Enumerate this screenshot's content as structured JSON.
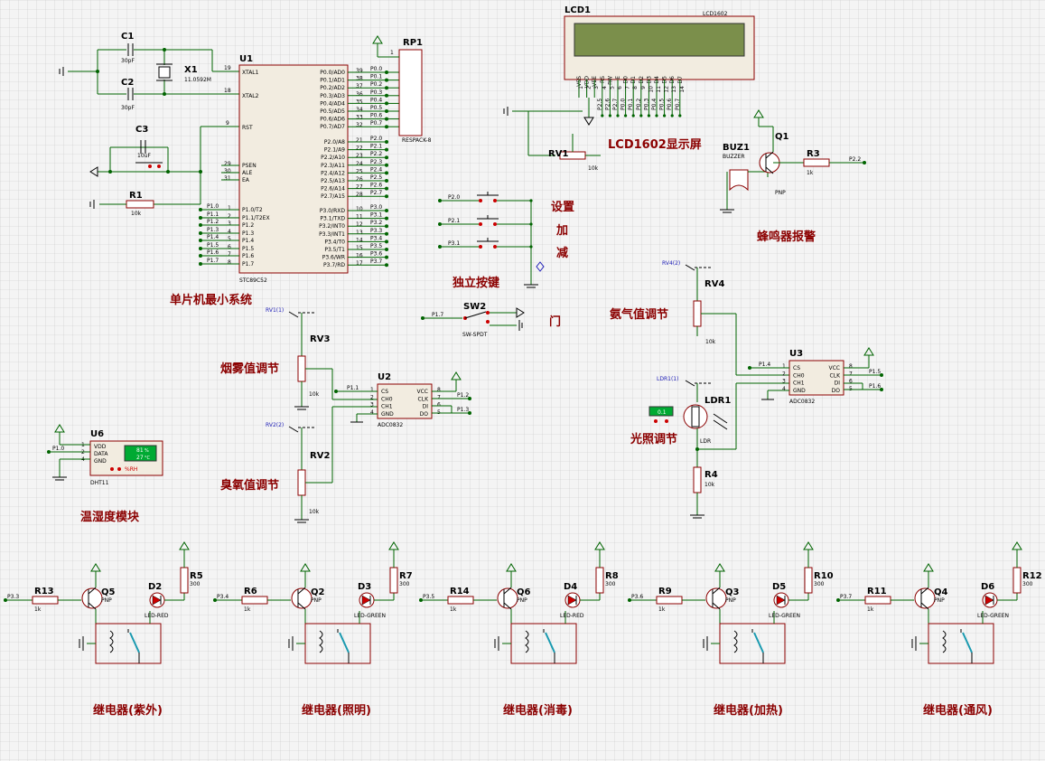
{
  "labels": {
    "mcu_block": "单片机最小系统",
    "lcd_block": "LCD1602显示屏",
    "buzzer_block": "蜂鸣器报警",
    "keys_block": "独立按键",
    "key_set": "设置",
    "key_add": "加",
    "key_sub": "减",
    "door": "门",
    "smoke_adj": "烟雾值调节",
    "ozone_adj": "臭氧值调节",
    "ammonia_adj": "氨气值调节",
    "light_adj": "光照调节",
    "dht_block": "温湿度模块",
    "relay_uv": "继电器(紫外)",
    "relay_light": "继电器(照明)",
    "relay_disinfect": "继电器(消毒)",
    "relay_heat": "继电器(加热)",
    "relay_vent": "继电器(通风)"
  },
  "mcu": {
    "ref": "U1",
    "part": "STC89C52",
    "left_pins": [
      {
        "name": "XTAL1",
        "num": "19"
      },
      {
        "name": "XTAL2",
        "num": "18"
      },
      {
        "name": "RST",
        "num": "9"
      },
      {
        "name": "PSEN",
        "num": "29"
      },
      {
        "name": "ALE",
        "num": "30"
      },
      {
        "name": "EA",
        "num": "31"
      },
      {
        "name": "P1.0/T2",
        "num": "1"
      },
      {
        "name": "P1.1/T2EX",
        "num": "2"
      },
      {
        "name": "P1.2",
        "num": "3"
      },
      {
        "name": "P1.3",
        "num": "4"
      },
      {
        "name": "P1.4",
        "num": "5"
      },
      {
        "name": "P1.5",
        "num": "6"
      },
      {
        "name": "P1.6",
        "num": "7"
      },
      {
        "name": "P1.7",
        "num": "8"
      }
    ],
    "right_pins": [
      {
        "name": "P0.0/AD0",
        "num": "39"
      },
      {
        "name": "P0.1/AD1",
        "num": "38"
      },
      {
        "name": "P0.2/AD2",
        "num": "37"
      },
      {
        "name": "P0.3/AD3",
        "num": "36"
      },
      {
        "name": "P0.4/AD4",
        "num": "35"
      },
      {
        "name": "P0.5/AD5",
        "num": "34"
      },
      {
        "name": "P0.6/AD6",
        "num": "33"
      },
      {
        "name": "P0.7/AD7",
        "num": "32"
      },
      {
        "name": "P2.0/A8",
        "num": "21"
      },
      {
        "name": "P2.1/A9",
        "num": "22"
      },
      {
        "name": "P2.2/A10",
        "num": "23"
      },
      {
        "name": "P2.3/A11",
        "num": "24"
      },
      {
        "name": "P2.4/A12",
        "num": "25"
      },
      {
        "name": "P2.5/A13",
        "num": "26"
      },
      {
        "name": "P2.6/A14",
        "num": "27"
      },
      {
        "name": "P2.7/A15",
        "num": "28"
      },
      {
        "name": "P3.0/RXD",
        "num": "10"
      },
      {
        "name": "P3.1/TXD",
        "num": "11"
      },
      {
        "name": "P3.2/INT0",
        "num": "12"
      },
      {
        "name": "P3.3/INT1",
        "num": "13"
      },
      {
        "name": "P3.4/T0",
        "num": "14"
      },
      {
        "name": "P3.5/T1",
        "num": "15"
      },
      {
        "name": "P3.6/WR",
        "num": "16"
      },
      {
        "name": "P3.7/RD",
        "num": "17"
      }
    ],
    "right_nets": [
      "P0.0",
      "P0.1",
      "P0.2",
      "P0.3",
      "P0.4",
      "P0.5",
      "P0.6",
      "P0.7",
      "P2.0",
      "P2.1",
      "P2.2",
      "P2.3",
      "P2.4",
      "P2.5",
      "P2.6",
      "P2.7",
      "P3.0",
      "P3.1",
      "P3.2",
      "P3.3",
      "P3.4",
      "P3.5",
      "P3.6",
      "P3.7"
    ],
    "left_nets": [
      "P1.0",
      "P1.1",
      "P1.2",
      "P1.3",
      "P1.4",
      "P1.5",
      "P1.6",
      "P1.7"
    ]
  },
  "c1": {
    "ref": "C1",
    "value": "30pF"
  },
  "c2": {
    "ref": "C2",
    "value": "30pF"
  },
  "c3": {
    "ref": "C3",
    "value": "10uF"
  },
  "x1": {
    "ref": "X1",
    "value": "11.0592M"
  },
  "r1": {
    "ref": "R1",
    "value": "10k"
  },
  "rp1": {
    "ref": "RP1",
    "part": "RESPACK-8",
    "pin1": "1"
  },
  "lcd": {
    "ref": "LCD1",
    "part": "LCD1602",
    "pins": [
      "VSS",
      "VDD",
      "VEE",
      "RS",
      "RW",
      "E",
      "D0",
      "D1",
      "D2",
      "D3",
      "D4",
      "D5",
      "D6",
      "D7"
    ],
    "pin_nums": [
      "1",
      "2",
      "3",
      "4",
      "5",
      "6",
      "7",
      "8",
      "9",
      "10",
      "11",
      "12",
      "13",
      "14"
    ],
    "nets": [
      "P2.5",
      "P2.6",
      "P2.7",
      "P0.0",
      "P0.1",
      "P0.2",
      "P0.3",
      "P0.4",
      "P0.5",
      "P0.6",
      "P0.7"
    ]
  },
  "rv1": {
    "ref": "RV1",
    "value": "10k"
  },
  "buz1": {
    "ref": "BUZ1",
    "part": "BUZZER"
  },
  "q1": {
    "ref": "Q1",
    "part": "PNP"
  },
  "r3": {
    "ref": "R3",
    "value": "1k",
    "net": "P2.2"
  },
  "keys": {
    "nets": [
      "P2.0",
      "P2.1",
      "P3.1"
    ]
  },
  "sw2": {
    "ref": "SW2",
    "part": "SW-SPDT",
    "net": "P1.7"
  },
  "rv3": {
    "ref": "RV3",
    "value": "10k",
    "terminal": "RV1(1)"
  },
  "rv2": {
    "ref": "RV2",
    "value": "10k",
    "terminal": "RV2(2)"
  },
  "u2": {
    "ref": "U2",
    "part": "ADC0832",
    "left": [
      {
        "name": "CS",
        "num": "1"
      },
      {
        "name": "CH0",
        "num": "2"
      },
      {
        "name": "CH1",
        "num": "3"
      },
      {
        "name": "GND",
        "num": "4"
      }
    ],
    "right": [
      {
        "name": "VCC",
        "num": "8"
      },
      {
        "name": "CLK",
        "num": "7"
      },
      {
        "name": "DI",
        "num": "6"
      },
      {
        "name": "DO",
        "num": "5"
      }
    ],
    "nets": [
      "P1.1",
      "P1.2",
      "P1.3"
    ]
  },
  "rv4": {
    "ref": "RV4",
    "value": "10k",
    "terminal": "RV4(2)"
  },
  "ldr1": {
    "ref": "LDR1",
    "part": "LDR",
    "terminal": "LDR1(1)",
    "reading": "0.1"
  },
  "r4": {
    "ref": "R4",
    "value": "10k"
  },
  "u3": {
    "ref": "U3",
    "part": "ADC0832",
    "left": [
      {
        "name": "CS",
        "num": "1"
      },
      {
        "name": "CH0",
        "num": "2"
      },
      {
        "name": "CH1",
        "num": "3"
      },
      {
        "name": "GND",
        "num": "4"
      }
    ],
    "right": [
      {
        "name": "VCC",
        "num": "8"
      },
      {
        "name": "CLK",
        "num": "7"
      },
      {
        "name": "DI",
        "num": "6"
      },
      {
        "name": "DO",
        "num": "5"
      }
    ],
    "nets": [
      "P1.4",
      "P1.5",
      "P1.6"
    ]
  },
  "u6": {
    "ref": "U6",
    "part": "DHT11",
    "pins": [
      {
        "name": "VDD",
        "num": "1"
      },
      {
        "name": "DATA",
        "num": "2"
      },
      {
        "name": "GND",
        "num": "4"
      }
    ],
    "net": "P1.0",
    "display": {
      "humidity": "81",
      "temperature": "27",
      "unit": "%RH",
      "deg": "°C"
    }
  },
  "relays": [
    {
      "net": "P3.3",
      "r": "R13",
      "r_val": "1k",
      "q": "Q5",
      "q_part": "PNP",
      "led": "D2",
      "led_part": "LED-RED",
      "rl": "R5",
      "rl_val": "300",
      "led_color": "#cc0000"
    },
    {
      "net": "P3.4",
      "r": "R6",
      "r_val": "1k",
      "q": "Q2",
      "q_part": "PNP",
      "led": "D3",
      "led_part": "LED-GREEN",
      "rl": "R7",
      "rl_val": "300",
      "led_color": "#cc0000"
    },
    {
      "net": "P3.5",
      "r": "R14",
      "r_val": "1k",
      "q": "Q6",
      "q_part": "PNP",
      "led": "D4",
      "led_part": "LED-RED",
      "rl": "R8",
      "rl_val": "300",
      "led_color": "#cc0000"
    },
    {
      "net": "P3.6",
      "r": "R9",
      "r_val": "1k",
      "q": "Q3",
      "q_part": "PNP",
      "led": "D5",
      "led_part": "LED-GREEN",
      "rl": "R10",
      "rl_val": "300",
      "led_color": "#cc0000"
    },
    {
      "net": "P3.7",
      "r": "R11",
      "r_val": "1k",
      "q": "Q4",
      "q_part": "PNP",
      "led": "D6",
      "led_part": "LED-GREEN",
      "rl": "R12",
      "rl_val": "300",
      "led_color": "#cc0000"
    }
  ]
}
